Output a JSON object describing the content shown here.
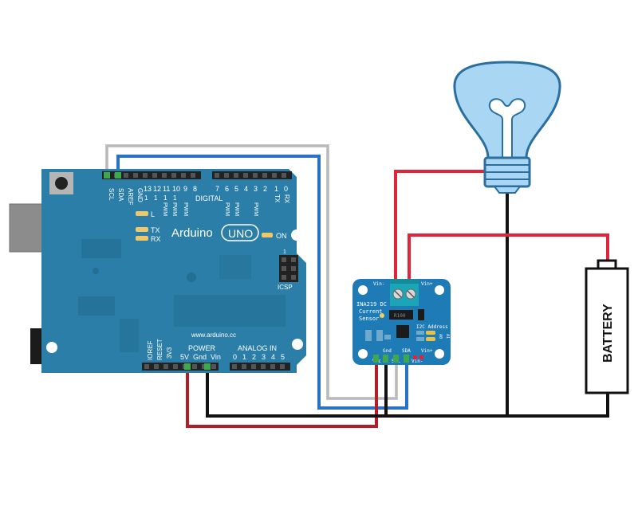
{
  "colors": {
    "board": "#2a7ea8",
    "board_dark": "#1f6a90",
    "sensor": "#1f7bb5",
    "terminal": "#1aa6b7",
    "wire_red": "#e2243b",
    "wire_dark_red": "#b01e2a",
    "wire_blue": "#2a72c8",
    "wire_black": "#111111",
    "wire_grey": "#c8c8c8",
    "bulb_glass": "#a9d6f2",
    "bulb_outline": "#2a6f9f"
  },
  "arduino": {
    "logo": "Arduino",
    "model": "UNO",
    "on_label": "ON",
    "icsp": "ICSP",
    "url": "www.arduino.cc",
    "digital": "DIGITAL",
    "power": "POWER",
    "analog_in": "ANALOG IN",
    "led_l": "L",
    "led_tx": "TX",
    "led_rx": "RX",
    "icsp_pin": "1",
    "header_left": [
      "SCL",
      "SDA",
      "AREF",
      "GND",
      "13",
      "12",
      "11",
      "10",
      "9",
      "8"
    ],
    "header_right": [
      "7",
      "6",
      "5",
      "4",
      "3",
      "2",
      "1",
      "0"
    ],
    "tx_rx": [
      "TX",
      "RX"
    ],
    "pwm": "PWM",
    "power_vertical": [
      "IOREF",
      "RESET",
      "3V3"
    ],
    "power_pins": [
      "5V",
      "Gnd",
      "Vin"
    ],
    "analog_pins": [
      "0",
      "1",
      "2",
      "3",
      "4",
      "5"
    ]
  },
  "sensor": {
    "title_line1": "INA219 DC",
    "title_line2": "Current",
    "title_line3": "Sensor",
    "vin_minus_top": "Vin-",
    "vin_plus_top": "Vin+",
    "chip": "R100",
    "i2c_address": "I2C Address",
    "a0": "A0",
    "a1": "A1",
    "pin_gnd": "Gnd",
    "pin_sda": "SDA",
    "pin_scl": "SCL",
    "pin_vcc": "Vcc",
    "pin_vin_plus": "Vin+",
    "pin_vin_minus": "Vin-"
  },
  "battery": {
    "label": "BATTERY"
  }
}
